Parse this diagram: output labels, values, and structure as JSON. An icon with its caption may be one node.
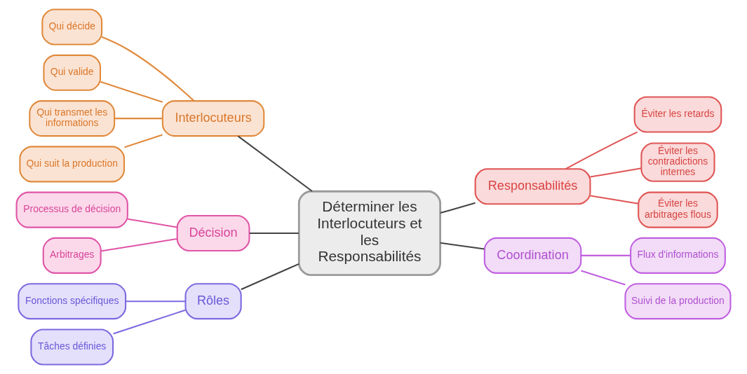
{
  "diagram": {
    "nodes": [
      {
        "text": [
          "Déterminer les Interlocuteurs et les Responsabilités"
        ]
      },
      {
        "text": [
          "Interlocuteurs"
        ]
      },
      {
        "text": [
          "Qui décide"
        ]
      },
      {
        "text": [
          "Qui valide"
        ]
      },
      {
        "text": [
          "Qui transmet les informations"
        ]
      },
      {
        "text": [
          "Qui suit la production"
        ]
      },
      {
        "text": [
          "Décision"
        ]
      },
      {
        "text": [
          "Processus de décision"
        ]
      },
      {
        "text": [
          "Arbitrages"
        ]
      },
      {
        "text": [
          "Rôles"
        ]
      },
      {
        "text": [
          "Fonctions spécifiques"
        ]
      },
      {
        "text": [
          "Tâches définies"
        ]
      },
      {
        "text": [
          "Responsabilités"
        ]
      },
      {
        "text": [
          "Éviter les retards"
        ]
      },
      {
        "text": [
          "Éviter les contradictions internes"
        ]
      },
      {
        "text": [
          "Éviter les arbitrages flous"
        ]
      },
      {
        "text": [
          "Coordination"
        ]
      },
      {
        "text": [
          "Flux d'informations"
        ]
      },
      {
        "text": [
          "Suivi de la production"
        ]
      }
    ],
    "edges": [
      {
        "from": 1,
        "to": 0,
        "arrow": "none"
      },
      {
        "from": 2,
        "to": 1,
        "arrow": "none",
        "color": "#e08a3c"
      },
      {
        "from": 3,
        "to": 1,
        "arrow": "none",
        "color": "#e08a3c"
      },
      {
        "from": 4,
        "to": 1,
        "arrow": "none",
        "color": "#e08a3c"
      },
      {
        "from": 5,
        "to": 1,
        "arrow": "none",
        "color": "#e08a3c"
      },
      {
        "from": 6,
        "to": 0,
        "arrow": "none"
      },
      {
        "from": 7,
        "to": 6,
        "arrow": "none",
        "color": "#e055a7"
      },
      {
        "from": 8,
        "to": 6,
        "arrow": "none",
        "color": "#e055a7"
      },
      {
        "from": 9,
        "to": 0,
        "arrow": "none"
      },
      {
        "from": 10,
        "to": 9,
        "arrow": "none",
        "color": "#7b6ae0"
      },
      {
        "from": 11,
        "to": 9,
        "arrow": "none",
        "color": "#7b6ae0"
      },
      {
        "from": 0,
        "to": 12,
        "arrow": "none"
      },
      {
        "from": 12,
        "to": 13,
        "arrow": "none",
        "color": "#e05555"
      },
      {
        "from": 12,
        "to": 14,
        "arrow": "none",
        "color": "#e05555"
      },
      {
        "from": 12,
        "to": 15,
        "arrow": "none",
        "color": "#e05555"
      },
      {
        "from": 0,
        "to": 16,
        "arrow": "none"
      },
      {
        "from": 16,
        "to": 17,
        "arrow": "none",
        "color": "#c060e0"
      },
      {
        "from": 16,
        "to": 18,
        "arrow": "none",
        "color": "#c060e0"
      }
    ]
  }
}
